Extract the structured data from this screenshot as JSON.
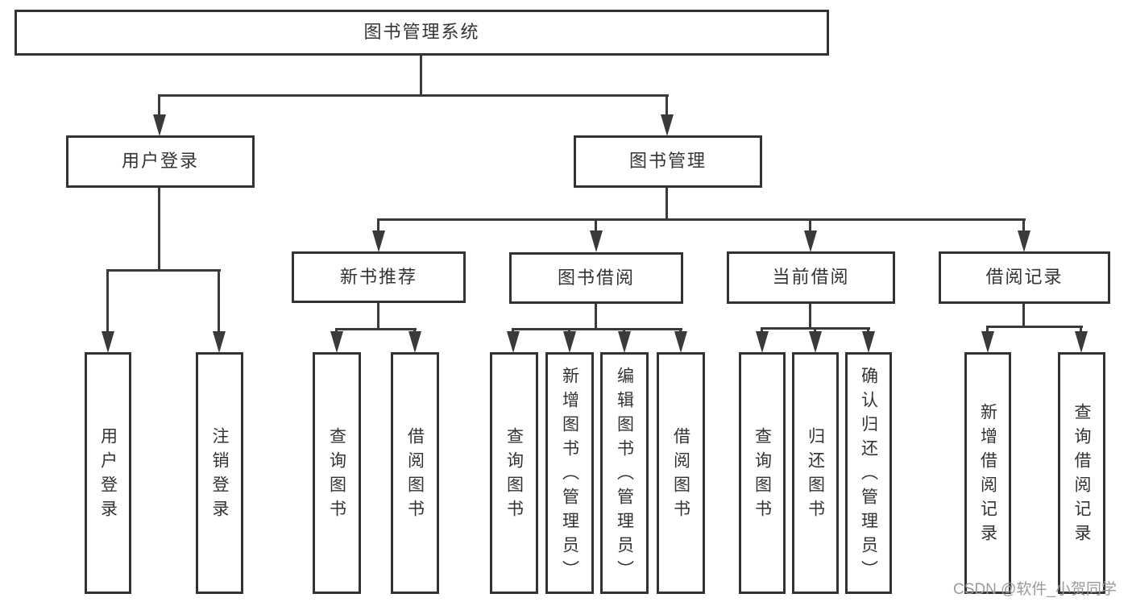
{
  "diagram": {
    "tree": {
      "label": "图书管理系统",
      "children": [
        {
          "label": "用户登录",
          "children": [
            {
              "label": "用户登录"
            },
            {
              "label": "注销登录"
            }
          ]
        },
        {
          "label": "图书管理",
          "children": [
            {
              "label": "新书推荐",
              "children": [
                {
                  "label": "查询图书"
                },
                {
                  "label": "借阅图书"
                }
              ]
            },
            {
              "label": "图书借阅",
              "children": [
                {
                  "label": "查询图书"
                },
                {
                  "label": "新增图书（管理员）"
                },
                {
                  "label": "编辑图书（管理员）"
                },
                {
                  "label": "借阅图书"
                }
              ]
            },
            {
              "label": "当前借阅",
              "children": [
                {
                  "label": "查询图书"
                },
                {
                  "label": "归还图书"
                },
                {
                  "label": "确认归还（管理员）"
                }
              ]
            },
            {
              "label": "借阅记录",
              "children": [
                {
                  "label": "新增借阅记录"
                },
                {
                  "label": "查询借阅记录"
                }
              ]
            }
          ]
        }
      ]
    }
  },
  "watermark": "CSDN @软件_小贺同学",
  "colors": {
    "line": "#3a3a3a",
    "box_border": "#333333",
    "text": "#333333",
    "background": "#ffffff",
    "watermark": "#9a9a9a"
  }
}
